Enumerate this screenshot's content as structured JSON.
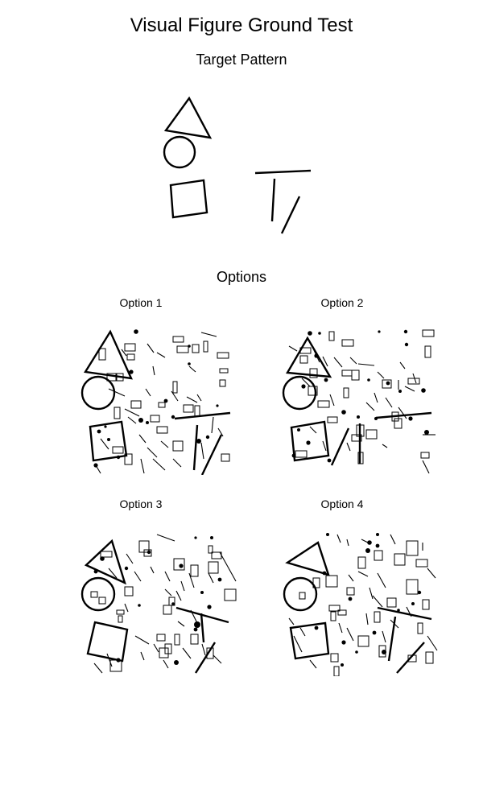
{
  "title": "Visual Figure Ground Test",
  "target_label": "Target Pattern",
  "options_heading": "Options",
  "options": [
    {
      "label": "Option 1"
    },
    {
      "label": "Option 2"
    },
    {
      "label": "Option 3"
    },
    {
      "label": "Option 4"
    }
  ]
}
